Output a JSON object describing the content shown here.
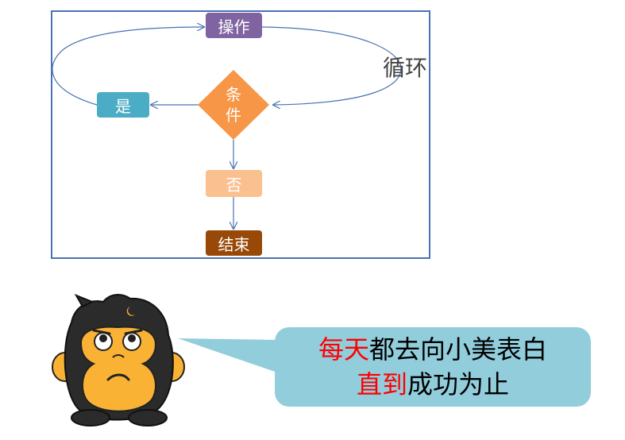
{
  "flowchart": {
    "nodes": {
      "operation": "操作",
      "condition": "条件",
      "yes": "是",
      "no": "否",
      "end": "结束"
    },
    "loop_label": "循环",
    "colors": {
      "frame": "#4a72b4",
      "operation": "#8064a2",
      "condition": "#f79646",
      "yes": "#4bacc6",
      "no": "#fac090",
      "end": "#984807",
      "edge": "#4a72b4"
    }
  },
  "speech": {
    "line1_highlight": "每天",
    "line1_rest": "都去向小美表白",
    "line2_highlight": "直到",
    "line2_rest": "成功为止",
    "bubble_color": "#92cddc",
    "highlight_color": "#ff0000"
  }
}
